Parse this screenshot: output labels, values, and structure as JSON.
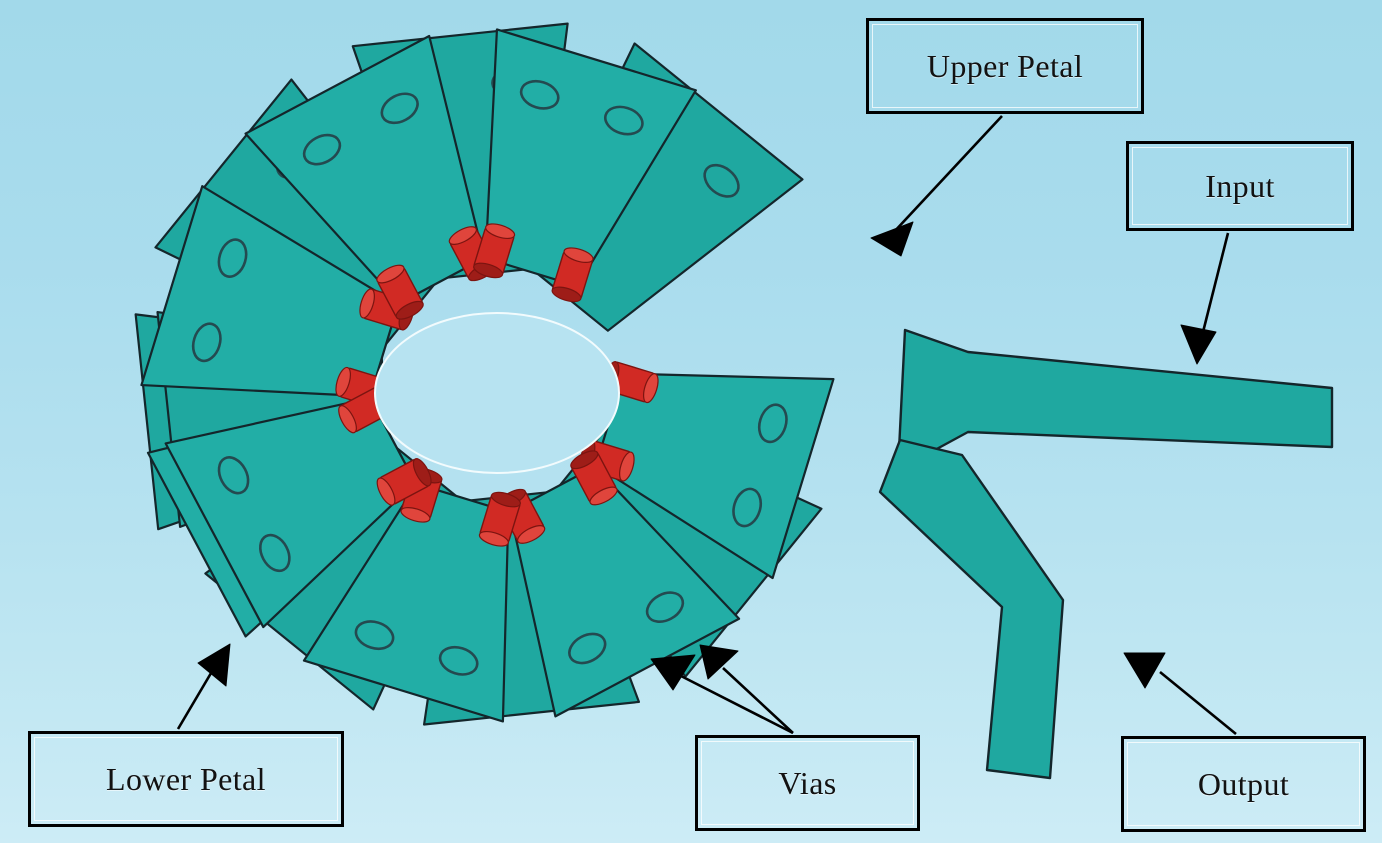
{
  "figure": {
    "kind": "technical-illustration",
    "subject": "radial-petal-power-divider",
    "background_color_top": "#a2d9ea",
    "background_color_bottom": "#cdecf6"
  },
  "colors": {
    "petal_teal": "#1fa8a0",
    "petal_teal_upper": "#22aea6",
    "via_red": "#d12a24",
    "outline_black": "#14262b",
    "callout_border": "#000000",
    "hub_hole": "#b7e3f1"
  },
  "callouts": [
    {
      "id": "upper_petal",
      "label": "Upper Petal"
    },
    {
      "id": "input",
      "label": "Input"
    },
    {
      "id": "lower_petal",
      "label": "Lower Petal"
    },
    {
      "id": "vias",
      "label": "Vias"
    },
    {
      "id": "output",
      "label": "Output"
    }
  ],
  "structure": {
    "petal_count_upper": 8,
    "petal_count_lower": 8,
    "via_count_visible": 16,
    "arms": [
      {
        "name": "input-arm",
        "direction": "right"
      },
      {
        "name": "output-arm",
        "direction": "down-right-bend"
      }
    ],
    "hub": {
      "shape": "ellipse",
      "open": true
    }
  }
}
